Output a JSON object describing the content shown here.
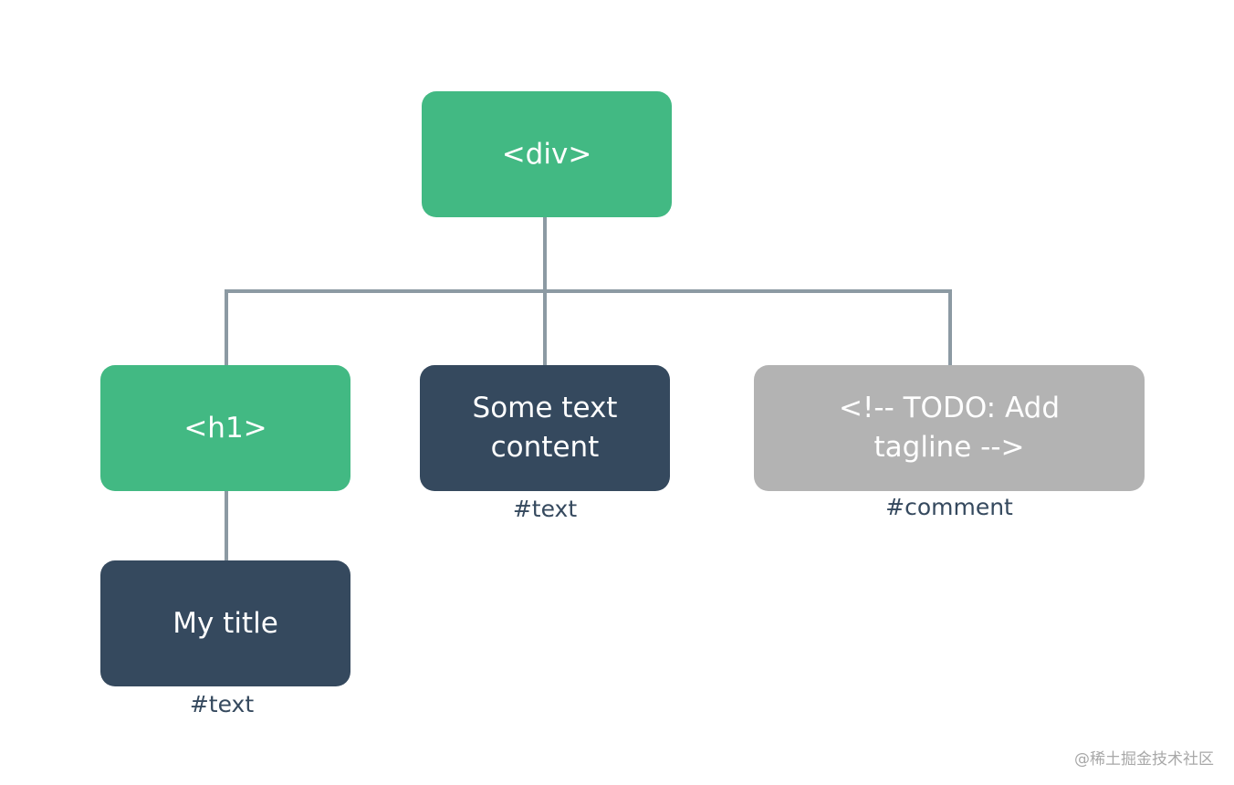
{
  "colors": {
    "element_node": "#42b983",
    "text_node": "#35495e",
    "comment_node": "#b3b3b3",
    "connector": "#8c9aa3",
    "type_label": "#35495e"
  },
  "nodes": {
    "div": {
      "label": "<div>"
    },
    "h1": {
      "label": "<h1>"
    },
    "some_text": {
      "label": "Some text\ncontent",
      "type_label": "#text"
    },
    "comment": {
      "label": "<!-- TODO: Add\ntagline  -->",
      "type_label": "#comment"
    },
    "my_title": {
      "label": "My title",
      "type_label": "#text"
    }
  },
  "watermark": "@稀土掘金技术社区"
}
